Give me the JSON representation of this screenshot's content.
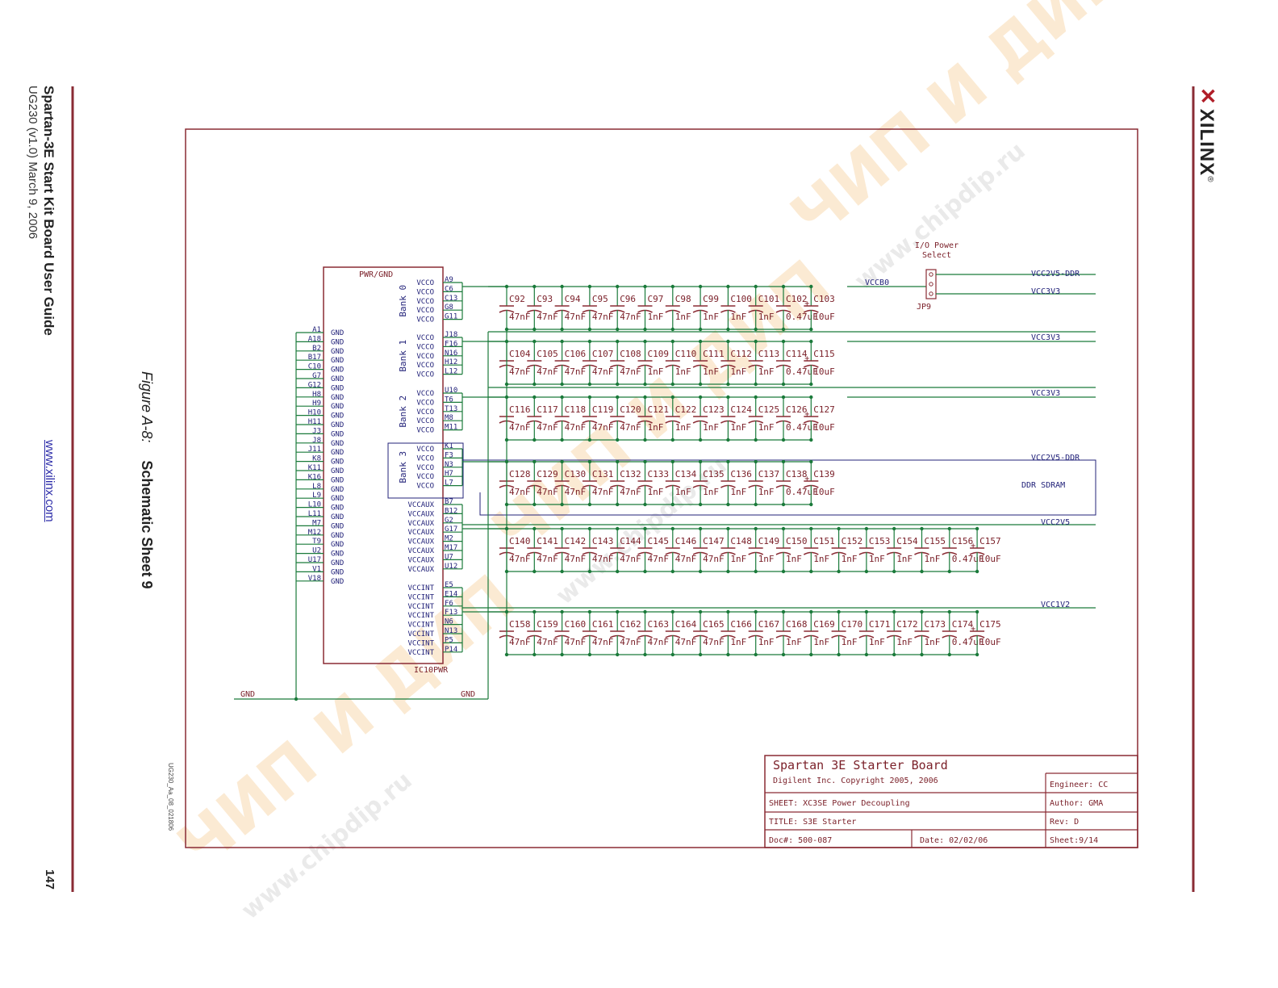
{
  "document": {
    "guide_title": "Spartan-3E Start Kit Board User Guide",
    "guide_version": "UG230 (v1.0) March 9, 2006",
    "website": "www.xilinx.com",
    "page_number": "147",
    "figure_number": "Figure A-8:",
    "figure_title": "Schematic Sheet 9",
    "figure_code": "UG230_Aa_08_021806",
    "logo_text": "XILINX",
    "logo_registered": "®"
  },
  "watermark": {
    "text": "ЧИП И ДИП",
    "url": "www.chipdip.ru",
    "color": "#f0a23c"
  },
  "colors": {
    "frame": "#8a2b34",
    "wire": "#1a7a3a",
    "text": "#7a1f28",
    "net": "#23237a",
    "cap": "#8a2b34"
  },
  "schematic": {
    "part_name": "PWR/GND",
    "part_ref": "IC10PWR",
    "gnd_label": "GND",
    "jumper": {
      "title_line1": "I/O Power",
      "title_line2": "Select",
      "ref": "JP9"
    },
    "vccb0_label": "VCCB0",
    "ddr_box_label": "DDR SDRAM",
    "gnd_pins": [
      "A1",
      "A18",
      "B2",
      "B17",
      "C10",
      "G7",
      "G12",
      "H8",
      "H9",
      "H10",
      "H11",
      "J3",
      "J8",
      "J11",
      "K8",
      "K11",
      "K16",
      "L8",
      "L9",
      "L10",
      "L11",
      "M7",
      "M12",
      "T9",
      "U2",
      "U17",
      "V1",
      "V18"
    ],
    "gnd_pin_name": "GND",
    "banks": [
      {
        "name": "Bank 0",
        "pins": [
          "A9",
          "C6",
          "C13",
          "G8",
          "G11"
        ],
        "pin_name": "VCCO",
        "net": "VCC2V5-DDR",
        "caps": [
          {
            "ref": "C92",
            "val": "47nF"
          },
          {
            "ref": "C93",
            "val": "47nF"
          },
          {
            "ref": "C94",
            "val": "47nF"
          },
          {
            "ref": "C95",
            "val": "47nF"
          },
          {
            "ref": "C96",
            "val": "47nF"
          },
          {
            "ref": "C97",
            "val": "1nF"
          },
          {
            "ref": "C98",
            "val": "1nF"
          },
          {
            "ref": "C99",
            "val": "1nF"
          },
          {
            "ref": "C100",
            "val": "1nF"
          },
          {
            "ref": "C101",
            "val": "1nF"
          },
          {
            "ref": "C102",
            "val": "0.47uF"
          },
          {
            "ref": "C103",
            "val": "10uF"
          }
        ]
      },
      {
        "name": "Bank 1",
        "pins": [
          "J18",
          "F16",
          "N16",
          "H12",
          "L12"
        ],
        "pin_name": "VCCO",
        "net": "VCC3V3",
        "caps": [
          {
            "ref": "C104",
            "val": "47nF"
          },
          {
            "ref": "C105",
            "val": "47nF"
          },
          {
            "ref": "C106",
            "val": "47nF"
          },
          {
            "ref": "C107",
            "val": "47nF"
          },
          {
            "ref": "C108",
            "val": "47nF"
          },
          {
            "ref": "C109",
            "val": "1nF"
          },
          {
            "ref": "C110",
            "val": "1nF"
          },
          {
            "ref": "C111",
            "val": "1nF"
          },
          {
            "ref": "C112",
            "val": "1nF"
          },
          {
            "ref": "C113",
            "val": "1nF"
          },
          {
            "ref": "C114",
            "val": "0.47uF"
          },
          {
            "ref": "C115",
            "val": "10uF"
          }
        ]
      },
      {
        "name": "Bank 2",
        "pins": [
          "U10",
          "T6",
          "T13",
          "M8",
          "M11"
        ],
        "pin_name": "VCCO",
        "net": "VCC3V3",
        "caps": [
          {
            "ref": "C116",
            "val": "47nF"
          },
          {
            "ref": "C117",
            "val": "47nF"
          },
          {
            "ref": "C118",
            "val": "47nF"
          },
          {
            "ref": "C119",
            "val": "47nF"
          },
          {
            "ref": "C120",
            "val": "47nF"
          },
          {
            "ref": "C121",
            "val": "1nF"
          },
          {
            "ref": "C122",
            "val": "1nF"
          },
          {
            "ref": "C123",
            "val": "1nF"
          },
          {
            "ref": "C124",
            "val": "1nF"
          },
          {
            "ref": "C125",
            "val": "1nF"
          },
          {
            "ref": "C126",
            "val": "0.47uF"
          },
          {
            "ref": "C127",
            "val": "10uF"
          }
        ]
      },
      {
        "name": "Bank 3",
        "pins": [
          "K1",
          "F3",
          "N3",
          "H7",
          "L7"
        ],
        "pin_name": "VCCO",
        "net": "VCC2V5-DDR",
        "caps": [
          {
            "ref": "C128",
            "val": "47nF"
          },
          {
            "ref": "C129",
            "val": "47nF"
          },
          {
            "ref": "C130",
            "val": "47nF"
          },
          {
            "ref": "C131",
            "val": "47nF"
          },
          {
            "ref": "C132",
            "val": "47nF"
          },
          {
            "ref": "C133",
            "val": "1nF"
          },
          {
            "ref": "C134",
            "val": "1nF"
          },
          {
            "ref": "C135",
            "val": "1nF"
          },
          {
            "ref": "C136",
            "val": "1nF"
          },
          {
            "ref": "C137",
            "val": "1nF"
          },
          {
            "ref": "C138",
            "val": "0.47uF"
          },
          {
            "ref": "C139",
            "val": "10uF"
          }
        ]
      }
    ],
    "jumper_nets": [
      "VCC2V5-DDR",
      "VCC3V3"
    ],
    "vccaux": {
      "pin_name": "VCCAUX",
      "pins": [
        "B7",
        "B12",
        "G2",
        "G17",
        "M2",
        "M17",
        "U7",
        "U12"
      ],
      "net": "VCC2V5",
      "caps": [
        {
          "ref": "C140",
          "val": "47nF"
        },
        {
          "ref": "C141",
          "val": "47nF"
        },
        {
          "ref": "C142",
          "val": "47nF"
        },
        {
          "ref": "C143",
          "val": "47nF"
        },
        {
          "ref": "C144",
          "val": "47nF"
        },
        {
          "ref": "C145",
          "val": "47nF"
        },
        {
          "ref": "C146",
          "val": "47nF"
        },
        {
          "ref": "C147",
          "val": "47nF"
        },
        {
          "ref": "C148",
          "val": "1nF"
        },
        {
          "ref": "C149",
          "val": "1nF"
        },
        {
          "ref": "C150",
          "val": "1nF"
        },
        {
          "ref": "C151",
          "val": "1nF"
        },
        {
          "ref": "C152",
          "val": "1nF"
        },
        {
          "ref": "C153",
          "val": "1nF"
        },
        {
          "ref": "C154",
          "val": "1nF"
        },
        {
          "ref": "C155",
          "val": "1nF"
        },
        {
          "ref": "C156",
          "val": "0.47uF"
        },
        {
          "ref": "C157",
          "val": "10uF"
        }
      ]
    },
    "vccint": {
      "pin_name": "VCCINT",
      "pins": [
        "E5",
        "E14",
        "F6",
        "F13",
        "N6",
        "N13",
        "P5",
        "P14"
      ],
      "net": "VCC1V2",
      "caps": [
        {
          "ref": "C158",
          "val": "47nF"
        },
        {
          "ref": "C159",
          "val": "47nF"
        },
        {
          "ref": "C160",
          "val": "47nF"
        },
        {
          "ref": "C161",
          "val": "47nF"
        },
        {
          "ref": "C162",
          "val": "47nF"
        },
        {
          "ref": "C163",
          "val": "47nF"
        },
        {
          "ref": "C164",
          "val": "47nF"
        },
        {
          "ref": "C165",
          "val": "47nF"
        },
        {
          "ref": "C166",
          "val": "1nF"
        },
        {
          "ref": "C167",
          "val": "1nF"
        },
        {
          "ref": "C168",
          "val": "1nF"
        },
        {
          "ref": "C169",
          "val": "1nF"
        },
        {
          "ref": "C170",
          "val": "1nF"
        },
        {
          "ref": "C171",
          "val": "1nF"
        },
        {
          "ref": "C172",
          "val": "1nF"
        },
        {
          "ref": "C173",
          "val": "1nF"
        },
        {
          "ref": "C174",
          "val": "0.47uF"
        },
        {
          "ref": "C175",
          "val": "10uF"
        }
      ]
    },
    "title_block": {
      "board": "Spartan 3E Starter Board",
      "company": "Digilent Inc.  Copyright 2005, 2006",
      "sheet": "SHEET: XC3SE Power Decoupling",
      "title": "TITLE: S3E Starter",
      "doc": "Doc#:  500-087",
      "date": "Date:  02/02/06",
      "engineer": "Engineer: CC",
      "author": "Author: GMA",
      "rev": "Rev: D",
      "sheet_no": "Sheet:9/14"
    }
  }
}
